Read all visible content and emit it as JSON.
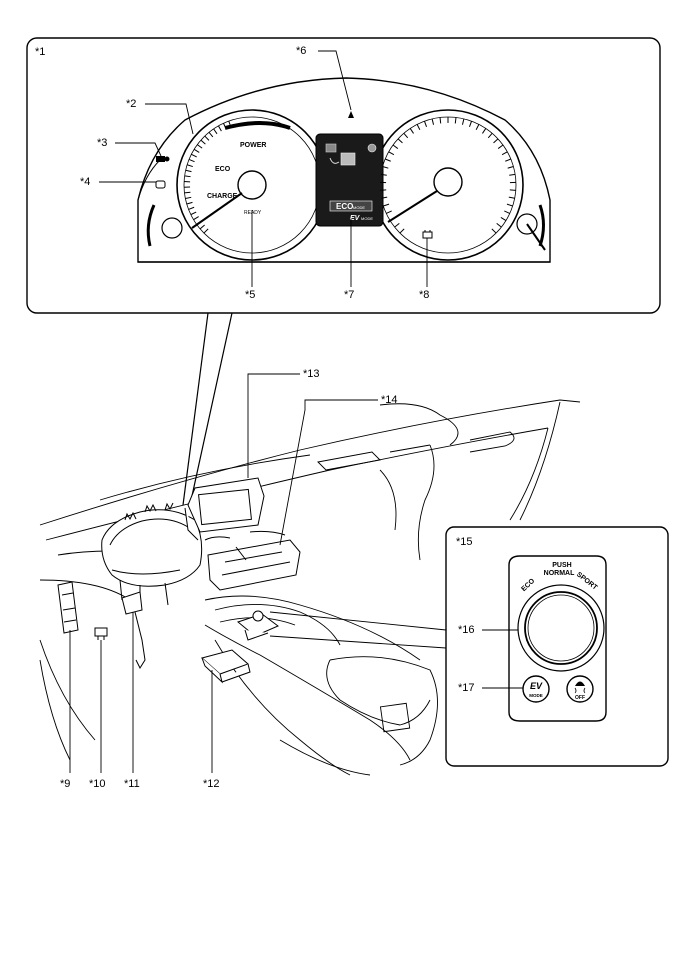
{
  "callouts": {
    "c1": "*1",
    "c2": "*2",
    "c3": "*3",
    "c4": "*4",
    "c5": "*5",
    "c6": "*6",
    "c7": "*7",
    "c8": "*8",
    "c9": "*9",
    "c10": "*10",
    "c11": "*11",
    "c12": "*12",
    "c13": "*13",
    "c14": "*14",
    "c15": "*15",
    "c16": "*16",
    "c17": "*17"
  },
  "meter": {
    "power": "POWER",
    "eco": "ECO",
    "charge": "CHARGE",
    "ready": "READY",
    "eco_mode_badge": "ECO",
    "eco_mode_small": "MODE",
    "ev_badge": "EV",
    "ev_mode_small": "MODE"
  },
  "dial": {
    "push": "PUSH",
    "normal": "NORMAL",
    "eco": "ECO",
    "sport": "SPORT",
    "ev_button_big": "EV",
    "ev_button_small": "MODE",
    "vsc_off": "OFF"
  },
  "colors": {
    "line": "#000000",
    "display_bg": "#1a1a1a",
    "panel_bg": "#ffffff"
  }
}
